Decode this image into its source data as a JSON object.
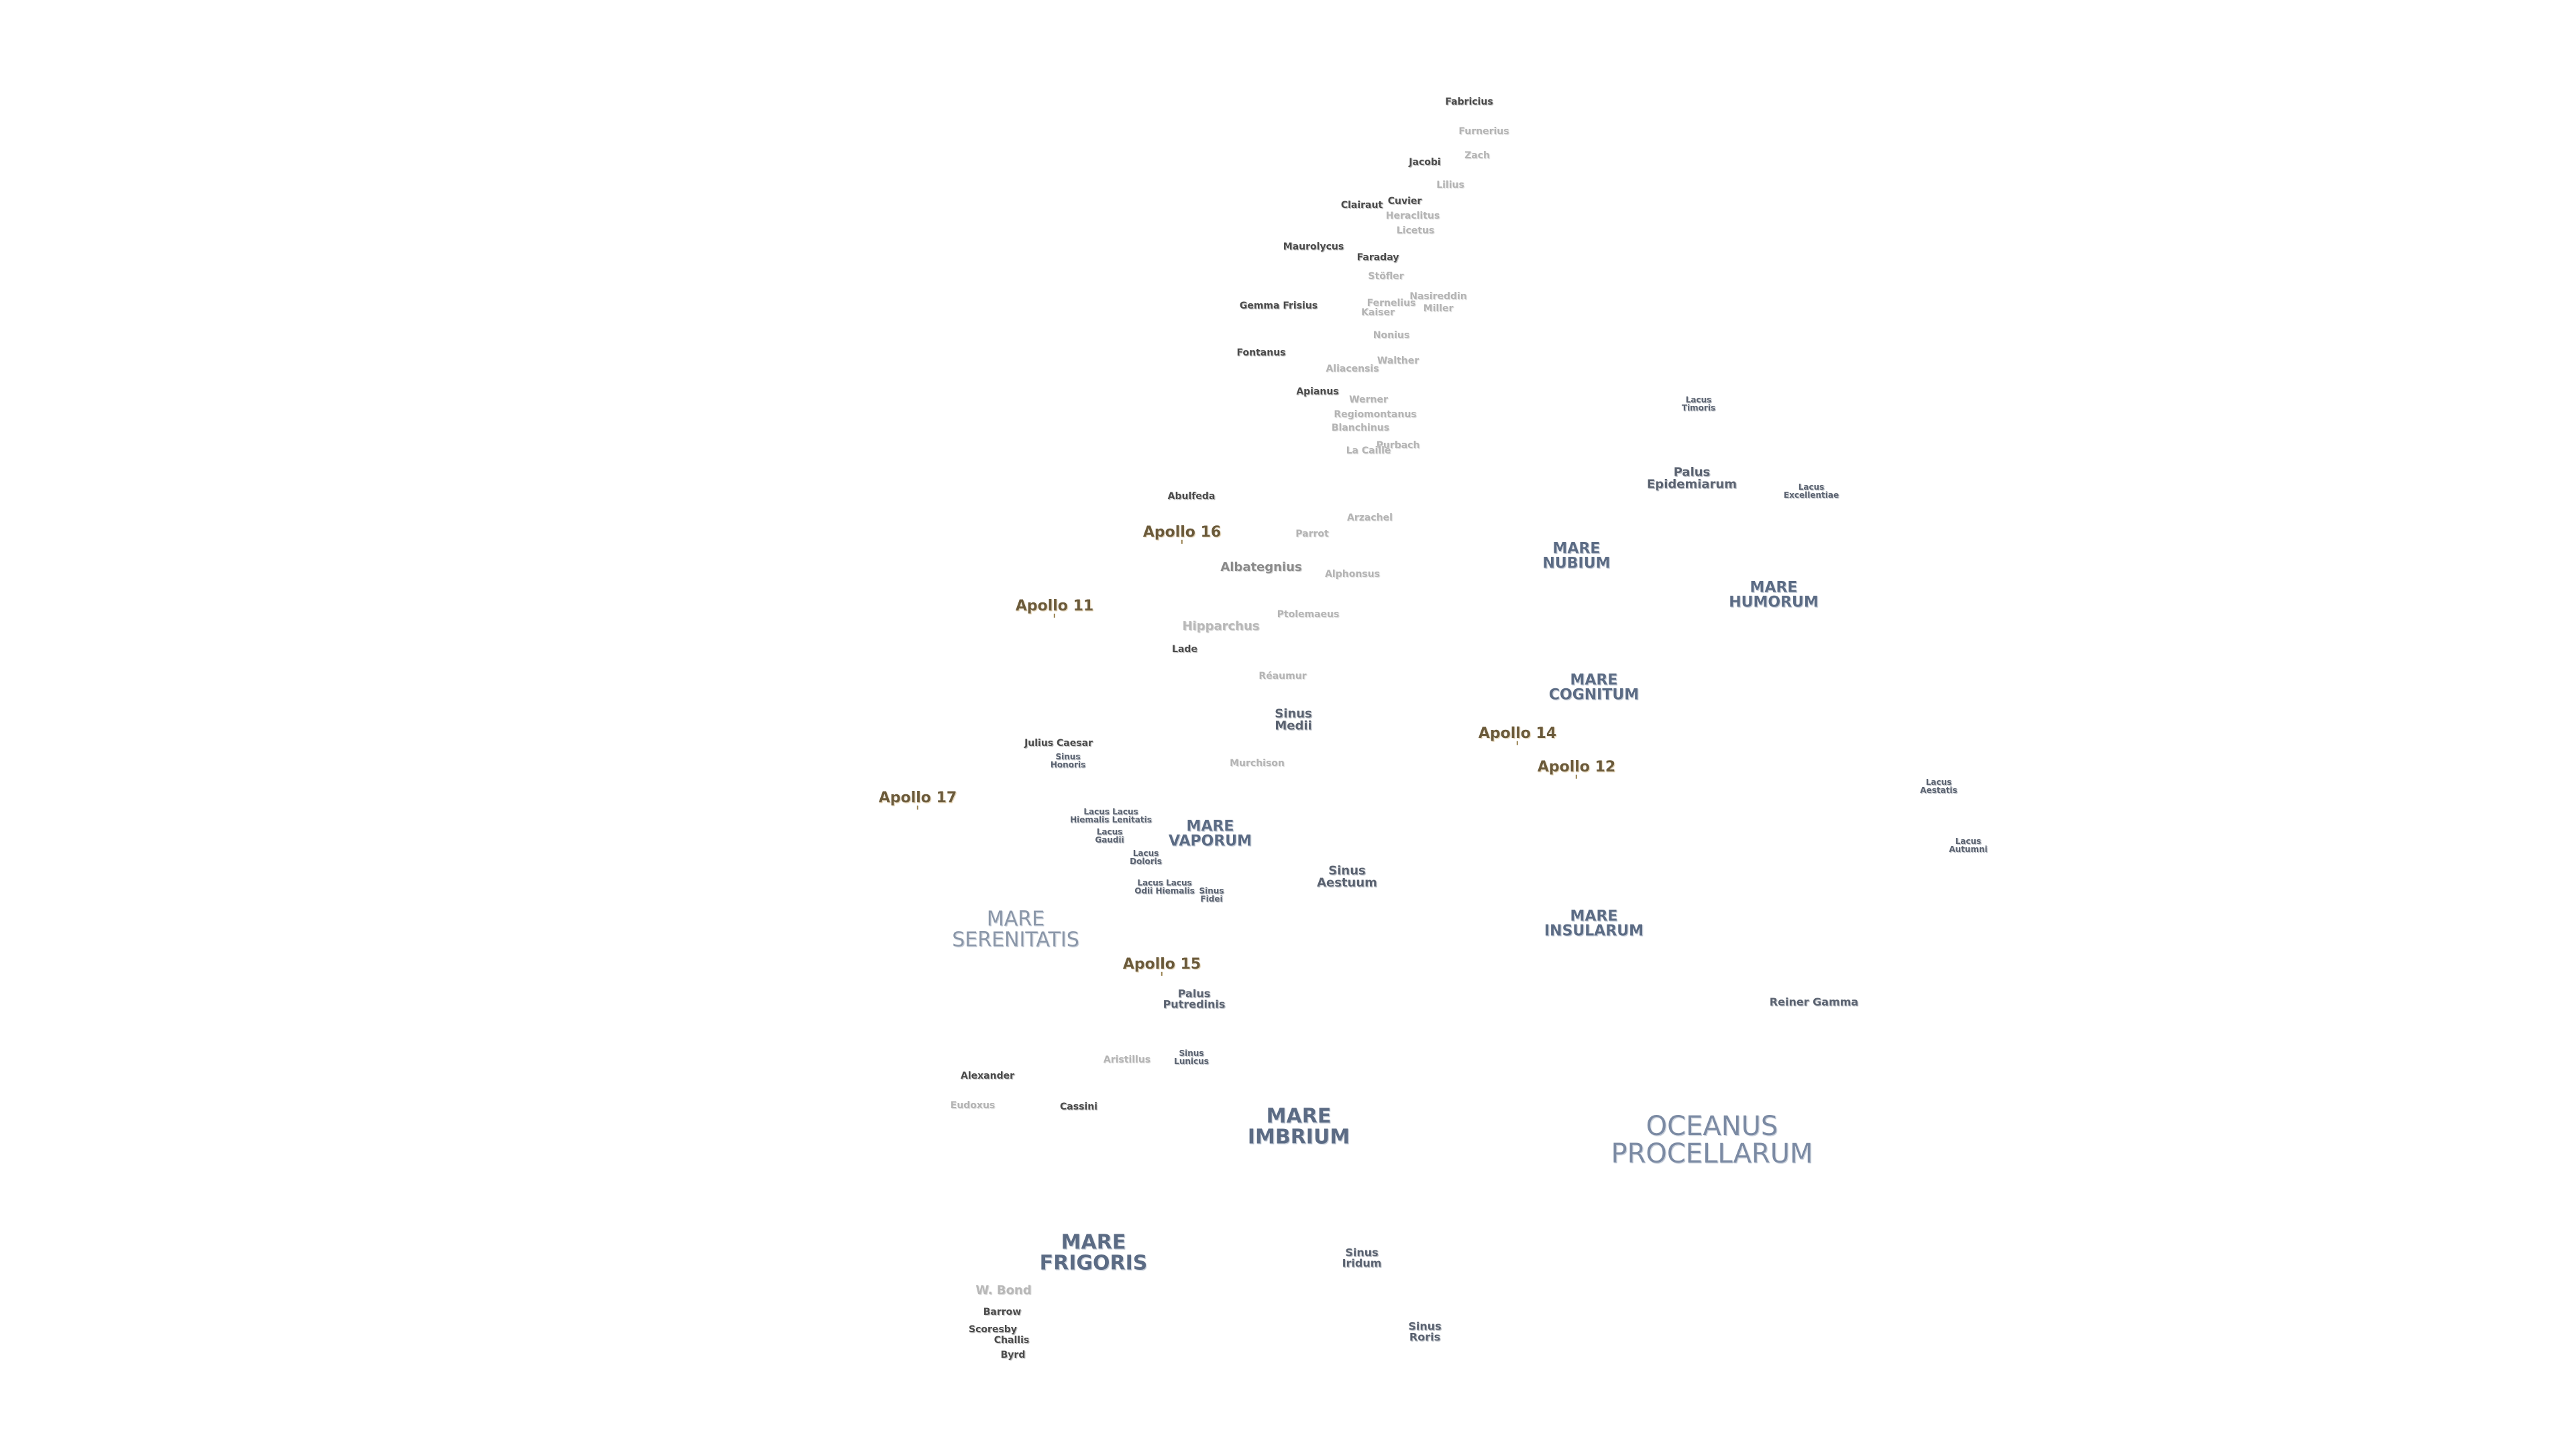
{
  "labels": [
    {
      "text": "Fabricius",
      "kind": "crater",
      "style": ""
    },
    {
      "text": "Furnerius",
      "kind": "crater",
      "style": "faint"
    },
    {
      "text": "Zach",
      "kind": "crater",
      "style": "faint"
    },
    {
      "text": "Jacobi",
      "kind": "crater",
      "style": ""
    },
    {
      "text": "Lilius",
      "kind": "crater",
      "style": "faint"
    },
    {
      "text": "Clairaut",
      "kind": "crater",
      "style": ""
    },
    {
      "text": "Cuvier",
      "kind": "crater",
      "style": ""
    },
    {
      "text": "Heraclitus",
      "kind": "crater",
      "style": "faint"
    },
    {
      "text": "Licetus",
      "kind": "crater",
      "style": "faint"
    },
    {
      "text": "Maurolycus",
      "kind": "crater",
      "style": ""
    },
    {
      "text": "Faraday",
      "kind": "crater",
      "style": ""
    },
    {
      "text": "Stöfler",
      "kind": "crater",
      "style": "faint"
    },
    {
      "text": "Gemma Frisius",
      "kind": "crater",
      "style": ""
    },
    {
      "text": "Fernelius",
      "kind": "crater",
      "style": "faint"
    },
    {
      "text": "Kaiser",
      "kind": "crater",
      "style": "faint"
    },
    {
      "text": "Nasireddin",
      "kind": "crater",
      "style": "faint"
    },
    {
      "text": "Miller",
      "kind": "crater",
      "style": "faint"
    },
    {
      "text": "Nonius",
      "kind": "crater",
      "style": "faint"
    },
    {
      "text": "Fontanus",
      "kind": "crater",
      "style": ""
    },
    {
      "text": "Walther",
      "kind": "crater",
      "style": "faint"
    },
    {
      "text": "Aliacensis",
      "kind": "crater",
      "style": "faint"
    },
    {
      "text": "Apianus",
      "kind": "crater",
      "style": ""
    },
    {
      "text": "Werner",
      "kind": "crater",
      "style": "faint"
    },
    {
      "text": "Regiomontanus",
      "kind": "crater",
      "style": "faint"
    },
    {
      "text": "Blanchinus",
      "kind": "crater",
      "style": "faint"
    },
    {
      "text": "Purbach",
      "kind": "crater",
      "style": "faint"
    },
    {
      "text": "La Caille",
      "kind": "crater",
      "style": "faint"
    },
    {
      "text": "Abulfeda",
      "kind": "crater",
      "style": ""
    },
    {
      "text": "Apollo 16",
      "kind": "apollo",
      "style": ""
    },
    {
      "text": "Parrot",
      "kind": "crater",
      "style": "faint"
    },
    {
      "text": "Arzachel",
      "kind": "crater",
      "style": "faint"
    },
    {
      "text": "MARE\nNUBIUM",
      "kind": "mare",
      "style": ""
    },
    {
      "text": "Albategnius",
      "kind": "crater",
      "style": "mid"
    },
    {
      "text": "Alphonsus",
      "kind": "crater",
      "style": "faint"
    },
    {
      "text": "Apollo 11",
      "kind": "apollo",
      "style": ""
    },
    {
      "text": "Hipparchus",
      "kind": "crater",
      "style": "faint mid"
    },
    {
      "text": "Ptolemaeus",
      "kind": "crater",
      "style": "faint"
    },
    {
      "text": "Lade",
      "kind": "crater",
      "style": ""
    },
    {
      "text": "Lacus\nTimoris",
      "kind": "small",
      "style": "tiny"
    },
    {
      "text": "Palus\nEpidemiarum",
      "kind": "small",
      "style": "med"
    },
    {
      "text": "Lacus\nExcellentiae",
      "kind": "small",
      "style": "tiny"
    },
    {
      "text": "MARE\nHUMORUM",
      "kind": "mare",
      "style": ""
    },
    {
      "text": "Réaumur",
      "kind": "crater",
      "style": "faint"
    },
    {
      "text": "MARE\nCOGNITUM",
      "kind": "mare",
      "style": ""
    },
    {
      "text": "Sinus\nMedii",
      "kind": "small",
      "style": "med"
    },
    {
      "text": "Apollo 14",
      "kind": "apollo",
      "style": ""
    },
    {
      "text": "Julius Caesar",
      "kind": "crater",
      "style": ""
    },
    {
      "text": "Sinus\nHonoris",
      "kind": "small",
      "style": "tiny"
    },
    {
      "text": "Murchison",
      "kind": "crater",
      "style": "faint"
    },
    {
      "text": "Apollo 12",
      "kind": "apollo",
      "style": ""
    },
    {
      "text": "Lacus\nAestatis",
      "kind": "small",
      "style": "tiny"
    },
    {
      "text": "Apollo 17",
      "kind": "apollo",
      "style": ""
    },
    {
      "text": "Lacus Lacus\nHiemalis Lenitatis",
      "kind": "small",
      "style": "tiny"
    },
    {
      "text": "Lacus\nGaudii",
      "kind": "small",
      "style": "tiny"
    },
    {
      "text": "Lacus\nDoloris",
      "kind": "small",
      "style": "tiny"
    },
    {
      "text": "MARE\nVAPORUM",
      "kind": "mare",
      "style": ""
    },
    {
      "text": "Lacus\nAutumni",
      "kind": "small",
      "style": "tiny"
    },
    {
      "text": "Sinus\nAestuum",
      "kind": "small",
      "style": "med"
    },
    {
      "text": "Lacus Lacus\nOdii Hiemalis",
      "kind": "small",
      "style": "tiny"
    },
    {
      "text": "Sinus\nFidei",
      "kind": "small",
      "style": "tiny"
    },
    {
      "text": "MARE\nSERENITATIS",
      "kind": "mare",
      "style": "big"
    },
    {
      "text": "MARE\nINSULARUM",
      "kind": "mare",
      "style": ""
    },
    {
      "text": "Apollo 15",
      "kind": "apollo",
      "style": ""
    },
    {
      "text": "Palus\nPutredinis",
      "kind": "small",
      "style": ""
    },
    {
      "text": "Reiner Gamma",
      "kind": "small",
      "style": ""
    },
    {
      "text": "Aristillus",
      "kind": "crater",
      "style": "faint"
    },
    {
      "text": "Sinus\nLunicus",
      "kind": "small",
      "style": "tiny"
    },
    {
      "text": "Alexander",
      "kind": "crater",
      "style": ""
    },
    {
      "text": "Eudoxus",
      "kind": "crater",
      "style": "faint"
    },
    {
      "text": "Cassini",
      "kind": "crater",
      "style": ""
    },
    {
      "text": "MARE\nIMBRIUM",
      "kind": "mare",
      "style": "bigdark"
    },
    {
      "text": "OCEANUS\nPROCELLARUM",
      "kind": "mare",
      "style": "ocean"
    },
    {
      "text": "MARE\nFRIGORIS",
      "kind": "mare",
      "style": "bigdark"
    },
    {
      "text": "W. Bond",
      "kind": "crater",
      "style": "faint mid"
    },
    {
      "text": "Sinus\nIridum",
      "kind": "small",
      "style": ""
    },
    {
      "text": "Barrow",
      "kind": "crater",
      "style": ""
    },
    {
      "text": "Scoresby",
      "kind": "crater",
      "style": ""
    },
    {
      "text": "Sinus\nRoris",
      "kind": "small",
      "style": ""
    },
    {
      "text": "Challis",
      "kind": "crater",
      "style": ""
    },
    {
      "text": "Byrd",
      "kind": "crater",
      "style": ""
    }
  ]
}
